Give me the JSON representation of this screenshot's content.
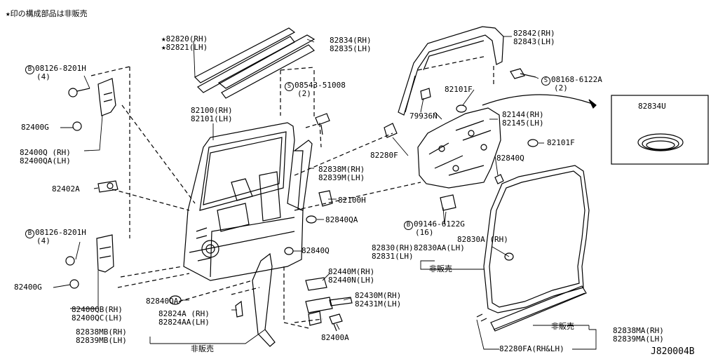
{
  "note": "★印の構成部品は非販売",
  "diagram_id": "J820004B",
  "labels": {
    "b_08126_top": "08126-8201H",
    "b_08126_top_qty": "(4)",
    "star_82820": "★82820(RH)",
    "star_82821": "★82821(LH)",
    "p82834": "82834(RH)",
    "p82835": "82835(LH)",
    "p82842": "82842(RH)",
    "p82843": "82843(LH)",
    "s_08168": "08168-6122A",
    "s_08168_qty": "(2)",
    "s_08543": "08543-51008",
    "s_08543_qty": "(2)",
    "p82101f_a": "82101F",
    "p82834u": "82834U",
    "p82100rh": "82100(RH)",
    "p82101lh": "82101(LH)",
    "p79936n": "79936N",
    "p82144": "82144(RH)",
    "p82145": "82145(LH)",
    "p82400g_top": "82400G",
    "p82280f": "82280F",
    "p82101f_b": "82101F",
    "p82400q": "82400Q (RH)",
    "p82400qa": "82400QA(LH)",
    "p82840q_a": "82840Q",
    "p82838m": "82838M(RH)",
    "p82839m": "82839M(LH)",
    "p82402a": "82402A",
    "p82100h": "82100H",
    "p82840qa_a": "82840QA",
    "b_09146": "09146-6122G",
    "b_09146_qty": "(16)",
    "b_08126_bot": "08126-8201H",
    "b_08126_bot_qty": "(4)",
    "p82830": "82830(RH)",
    "p82831": "82831(LH)",
    "p82830a": "82830A (RH)",
    "p82830aa": "82830AA(LH)",
    "nonsale_mid": "非販売",
    "p82840q_b": "82840Q",
    "p82400g_bot": "82400G",
    "p82440m": "82440M(RH)",
    "p82440n": "82440N(LH)",
    "p82430m": "82430M(RH)",
    "p82431m": "82431M(LH)",
    "p82400qb": "82400QB(RH)",
    "p82400qc": "82400QC(LH)",
    "p82840qa_b": "82840QA",
    "p82824a": "82824A (RH)",
    "p82824aa": "82824AA(LH)",
    "nonsale_right": "非販売",
    "p82838ma": "82838MA(RH)",
    "p82839ma": "82839MA(LH)",
    "p82400a": "82400A",
    "p82838mb": "82838MB(RH)",
    "p82839mb": "82839MB(LH)",
    "nonsale_bottom": "非販売",
    "p82280fa": "82280FA(RH&LH)"
  },
  "markers": {
    "bolt": "B",
    "screw": "S"
  }
}
